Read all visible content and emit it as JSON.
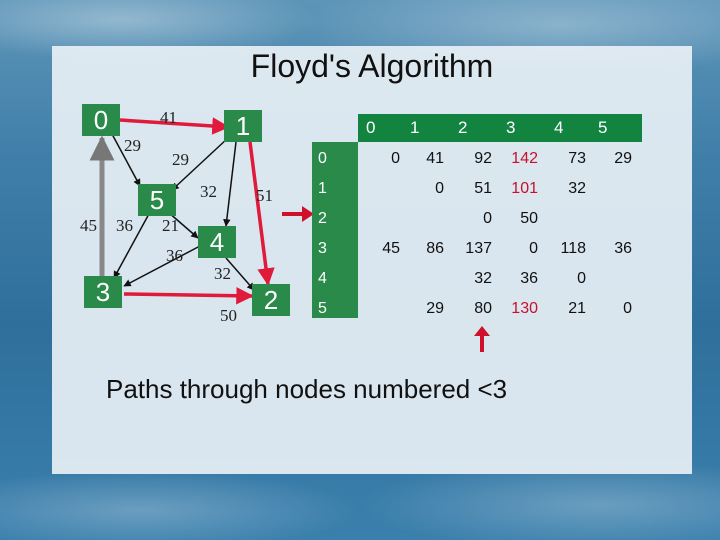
{
  "title": "Floyd's Algorithm",
  "caption": "Paths through nodes numbered <3",
  "colors": {
    "node_fill": "#2a8a4a",
    "header_fill": "#128440",
    "highlight": "#c8102e",
    "arrow": "#d0102a"
  },
  "graph": {
    "nodes": [
      "0",
      "1",
      "2",
      "3",
      "4",
      "5"
    ],
    "edge_labels": [
      "41",
      "29",
      "29",
      "32",
      "51",
      "45",
      "36",
      "21",
      "36",
      "32",
      "50"
    ]
  },
  "matrix": {
    "col_headers": [
      "0",
      "1",
      "2",
      "3",
      "4",
      "5"
    ],
    "row_headers": [
      "0",
      "1",
      "2",
      "3",
      "4",
      "5"
    ],
    "rows": [
      [
        "0",
        "41",
        "92",
        "142",
        "73",
        "29"
      ],
      [
        "",
        "0",
        "51",
        "101",
        "32",
        ""
      ],
      [
        "",
        "",
        "0",
        "50",
        "",
        ""
      ],
      [
        "45",
        "86",
        "137",
        "0",
        "118",
        "36"
      ],
      [
        "",
        "",
        "32",
        "36",
        "0",
        ""
      ],
      [
        "",
        "29",
        "80",
        "130",
        "21",
        "0"
      ]
    ],
    "highlighted": [
      "142",
      "101",
      "130"
    ]
  }
}
